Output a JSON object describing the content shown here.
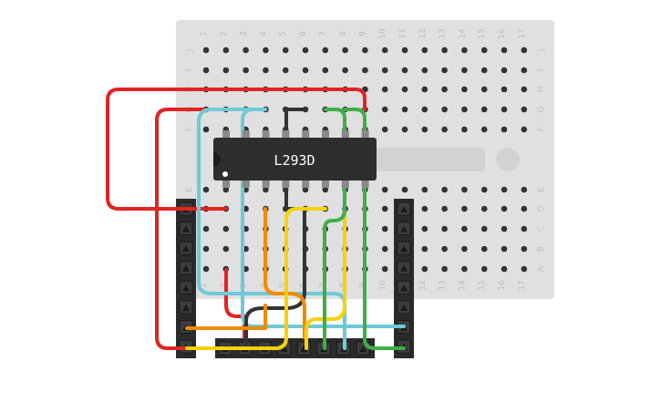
{
  "chip": {
    "label": "L293D"
  },
  "breadboard": {
    "columns": [
      "1",
      "2",
      "3",
      "4",
      "5",
      "6",
      "7",
      "8",
      "9",
      "10",
      "11",
      "12",
      "13",
      "14",
      "15",
      "16",
      "17"
    ],
    "top_rows": [
      "J",
      "I",
      "H",
      "G",
      "F"
    ],
    "bottom_rows": [
      "E",
      "D",
      "C",
      "B",
      "A"
    ]
  },
  "colors": {
    "board": "#e0e0e0",
    "hole": "#333333",
    "header": "#2b2b2b",
    "chip": "#2e2e2e",
    "wire_red": "#e02424",
    "wire_cyan": "#6ec9d8",
    "wire_green": "#3fae49",
    "wire_orange": "#f28a00",
    "wire_yellow": "#f5d20c",
    "wire_black": "#333333"
  }
}
